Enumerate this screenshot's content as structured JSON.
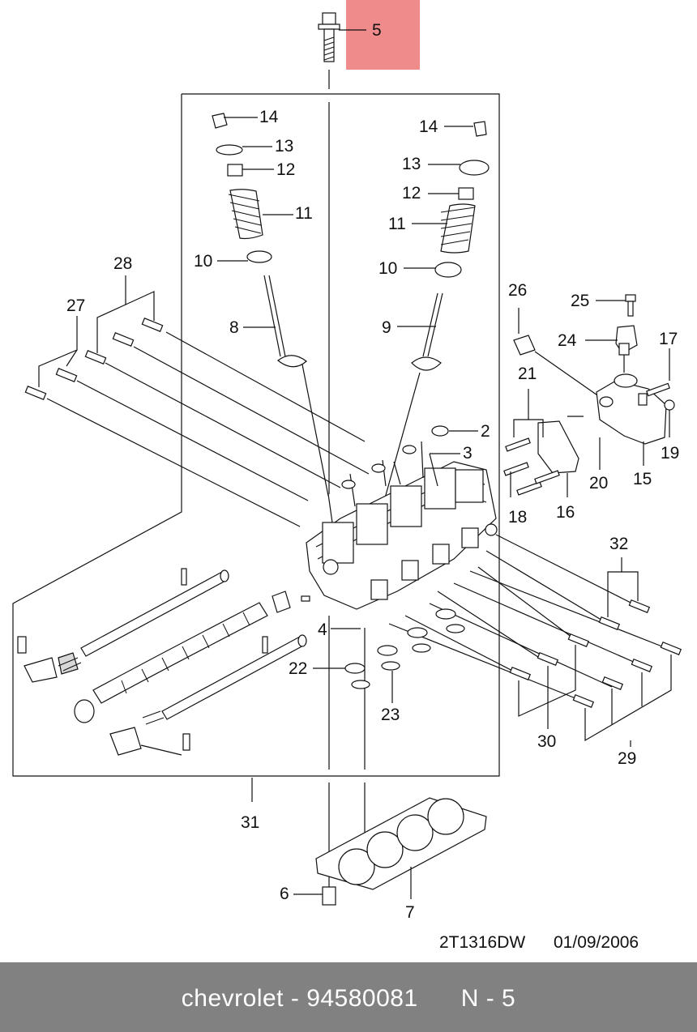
{
  "diagram": {
    "callouts": [
      {
        "id": "5",
        "label": "5",
        "highlighted": true
      },
      {
        "id": "14-left",
        "label": "14"
      },
      {
        "id": "13-left",
        "label": "13"
      },
      {
        "id": "12-left",
        "label": "12"
      },
      {
        "id": "11-left",
        "label": "11"
      },
      {
        "id": "10-left",
        "label": "10"
      },
      {
        "id": "8",
        "label": "8"
      },
      {
        "id": "14-right",
        "label": "14"
      },
      {
        "id": "13-right",
        "label": "13"
      },
      {
        "id": "12-right",
        "label": "12"
      },
      {
        "id": "11-right",
        "label": "11"
      },
      {
        "id": "10-right",
        "label": "10"
      },
      {
        "id": "9",
        "label": "9"
      },
      {
        "id": "28",
        "label": "28"
      },
      {
        "id": "27",
        "label": "27"
      },
      {
        "id": "26",
        "label": "26"
      },
      {
        "id": "25",
        "label": "25"
      },
      {
        "id": "24",
        "label": "24"
      },
      {
        "id": "17",
        "label": "17"
      },
      {
        "id": "21",
        "label": "21"
      },
      {
        "id": "2",
        "label": "2"
      },
      {
        "id": "3",
        "label": "3"
      },
      {
        "id": "19",
        "label": "19"
      },
      {
        "id": "20",
        "label": "20"
      },
      {
        "id": "15",
        "label": "15"
      },
      {
        "id": "18",
        "label": "18"
      },
      {
        "id": "16",
        "label": "16"
      },
      {
        "id": "32",
        "label": "32"
      },
      {
        "id": "4",
        "label": "4"
      },
      {
        "id": "22",
        "label": "22"
      },
      {
        "id": "23",
        "label": "23"
      },
      {
        "id": "30",
        "label": "30"
      },
      {
        "id": "29",
        "label": "29"
      },
      {
        "id": "31",
        "label": "31"
      },
      {
        "id": "6",
        "label": "6"
      },
      {
        "id": "7",
        "label": "7"
      }
    ],
    "drawing_code": "2T1316DW",
    "drawing_date": "01/09/2006",
    "highlight_color": "#f08b8b"
  },
  "footer": {
    "brand": "chevrolet",
    "part_number": "94580081",
    "position": "N - 5",
    "background_color": "#818181"
  }
}
